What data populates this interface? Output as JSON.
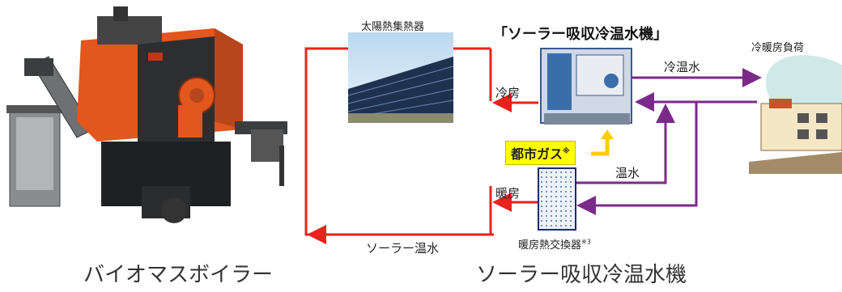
{
  "left_caption": "バイオマスボイラー",
  "right_caption": "ソーラー吸収冷温水機",
  "diagram": {
    "collector_label": "太陽熱集熱器",
    "chiller_title": "「ソーラー吸収冷温水機」",
    "load_label": "冷暖房負荷",
    "cold_water": "冷温水",
    "cooling": "冷房",
    "city_gas": "都市ガス",
    "city_gas_note": "※",
    "hot_water": "温水",
    "heating": "暖房",
    "exchanger_label": "暖房熱交換器",
    "exchanger_note": "※3",
    "solar_water": "ソーラー温水"
  },
  "colors": {
    "red_line": "#e8231d",
    "purple_line": "#7b2a8a",
    "boiler_orange": "#e2571e",
    "gas_yellow": "#ffff00"
  }
}
